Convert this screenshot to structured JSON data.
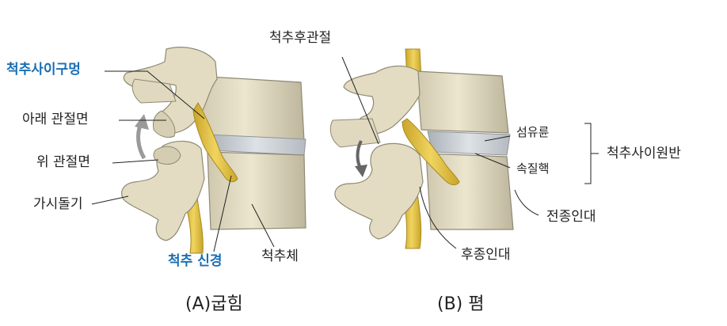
{
  "panel_a": {
    "labels": {
      "foramen": "척추사이구멍",
      "inferior_facet": "아래 관절면",
      "superior_facet": "위 관절면",
      "spinous_process": "가시돌기",
      "spinal_nerve": "척추 신경",
      "vertebral_body": "척추체"
    },
    "caption": "(A)굽힘"
  },
  "panel_b": {
    "labels": {
      "facet_joint": "척추후관절",
      "annulus": "섬유륜",
      "nucleus": "속질핵",
      "disc": "척추사이원반",
      "anterior_ligament": "전종인대",
      "posterior_ligament": "후종인대"
    },
    "caption": "(B) 폄"
  },
  "colors": {
    "bone": "#e6dfc6",
    "bone_shade": "#b3ac93",
    "nerve": "#e2c24a",
    "disc": "#c7cdd3",
    "label_blue": "#1a6fb4"
  }
}
